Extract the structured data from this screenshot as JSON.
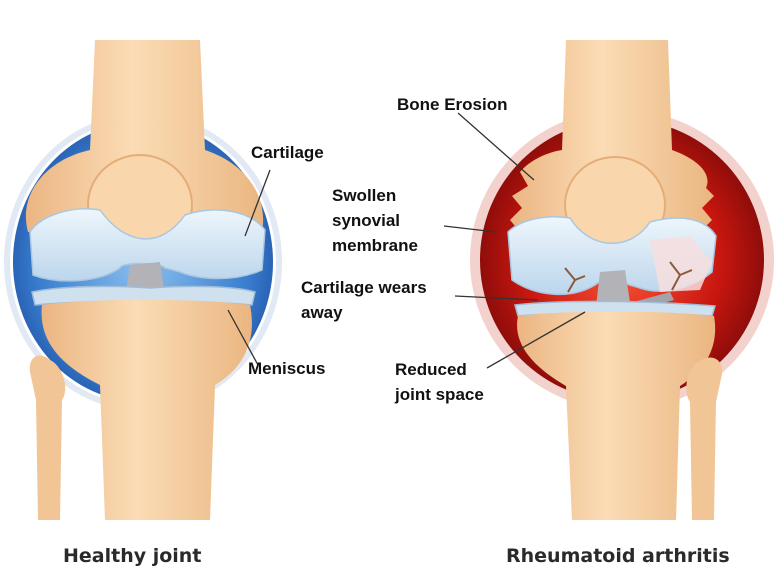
{
  "colors": {
    "bone": "#f6cf9f",
    "bone_shadow": "#e8b47f",
    "cartilage": "#d5e8f6",
    "synovium_healthy": "#3a7fd0",
    "synovium_inflamed": "#b51512",
    "meniscus": "#c9dbea",
    "ligament": "#a9a9ad"
  },
  "healthy": {
    "caption": "Healthy joint",
    "labels": {
      "cartilage": "Cartilage",
      "meniscus": "Meniscus"
    }
  },
  "arthritis": {
    "caption": "Rheumatoid arthritis",
    "labels": {
      "bone_erosion": "Bone Erosion",
      "swollen_synovial": "Swollen\nsynovial\nmembrane",
      "cartilage_wears": "Cartilage wears\naway",
      "reduced_space": "Reduced\njoint space"
    }
  }
}
